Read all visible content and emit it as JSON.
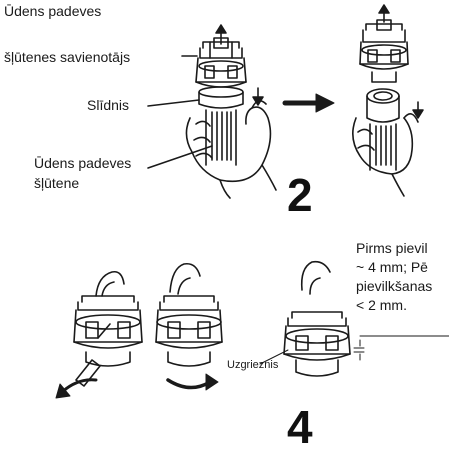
{
  "labels": {
    "connector_line1": "Ūdens padeves",
    "connector_line2": "šļūtenes savienotājs",
    "slider": "Slīdnis",
    "hose_line1": "Ūdens padeves",
    "hose_line2": "šļūtene",
    "nut": "Uzgrieznis"
  },
  "note": {
    "line1": "Pirms pievil",
    "line2": "~ 4 mm; Pē",
    "line3": "pievilkšanas",
    "line4": "< 2 mm."
  },
  "steps": {
    "top": "2",
    "bottom": "4"
  }
}
